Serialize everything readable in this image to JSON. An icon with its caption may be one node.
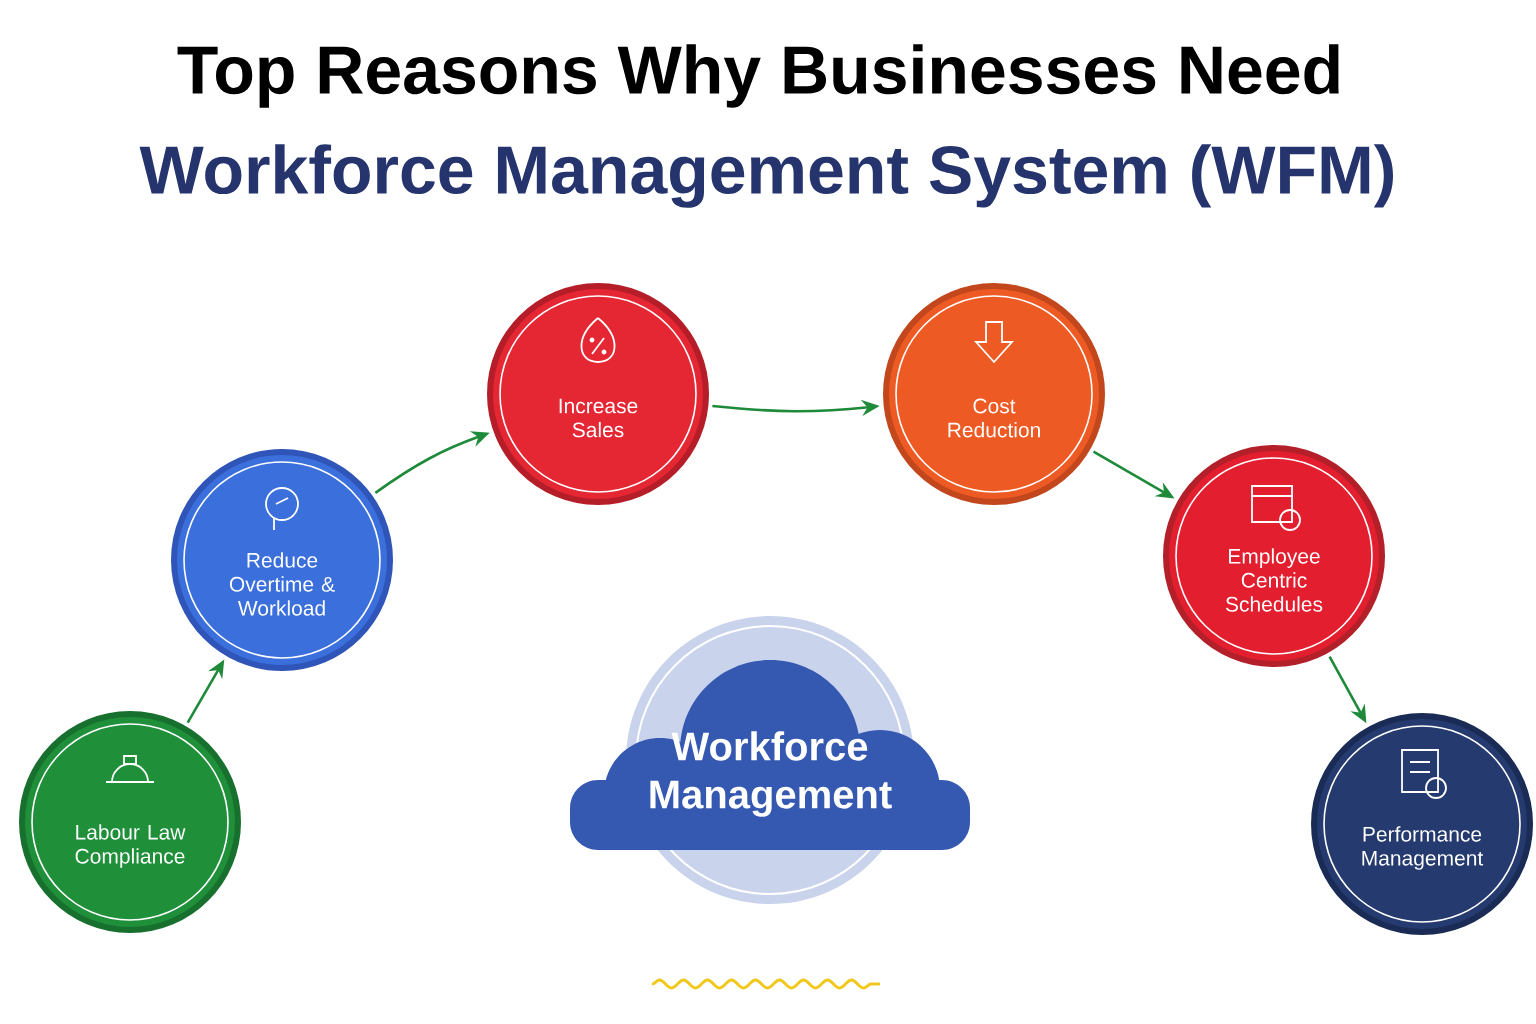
{
  "diagram": {
    "title": "Top Reasons Why Businesses Need",
    "nodes": [
      {
        "text": [
          "Labour Law Compliance"
        ]
      },
      {
        "text": [
          "Reduce Overtime & Workload"
        ]
      },
      {
        "text": [
          "Increase Sales"
        ]
      },
      {
        "text": [
          "Cost Reduction"
        ]
      },
      {
        "text": [
          "Employee Centric Schedules"
        ]
      },
      {
        "text": [
          "Performance Management"
        ]
      },
      {
        "text": [
          "Workforce Management"
        ]
      }
    ],
    "edges": [
      {
        "from": 0,
        "to": 1,
        "arrow": "to"
      },
      {
        "from": 1,
        "to": 2,
        "arrow": "to"
      },
      {
        "from": 2,
        "to": 3,
        "arrow": "to"
      },
      {
        "from": 3,
        "to": 4,
        "arrow": "to"
      },
      {
        "from": 4,
        "to": 5,
        "arrow": "to"
      }
    ],
    "labels": [
      "Workforce Management System (WFM)"
    ]
  }
}
